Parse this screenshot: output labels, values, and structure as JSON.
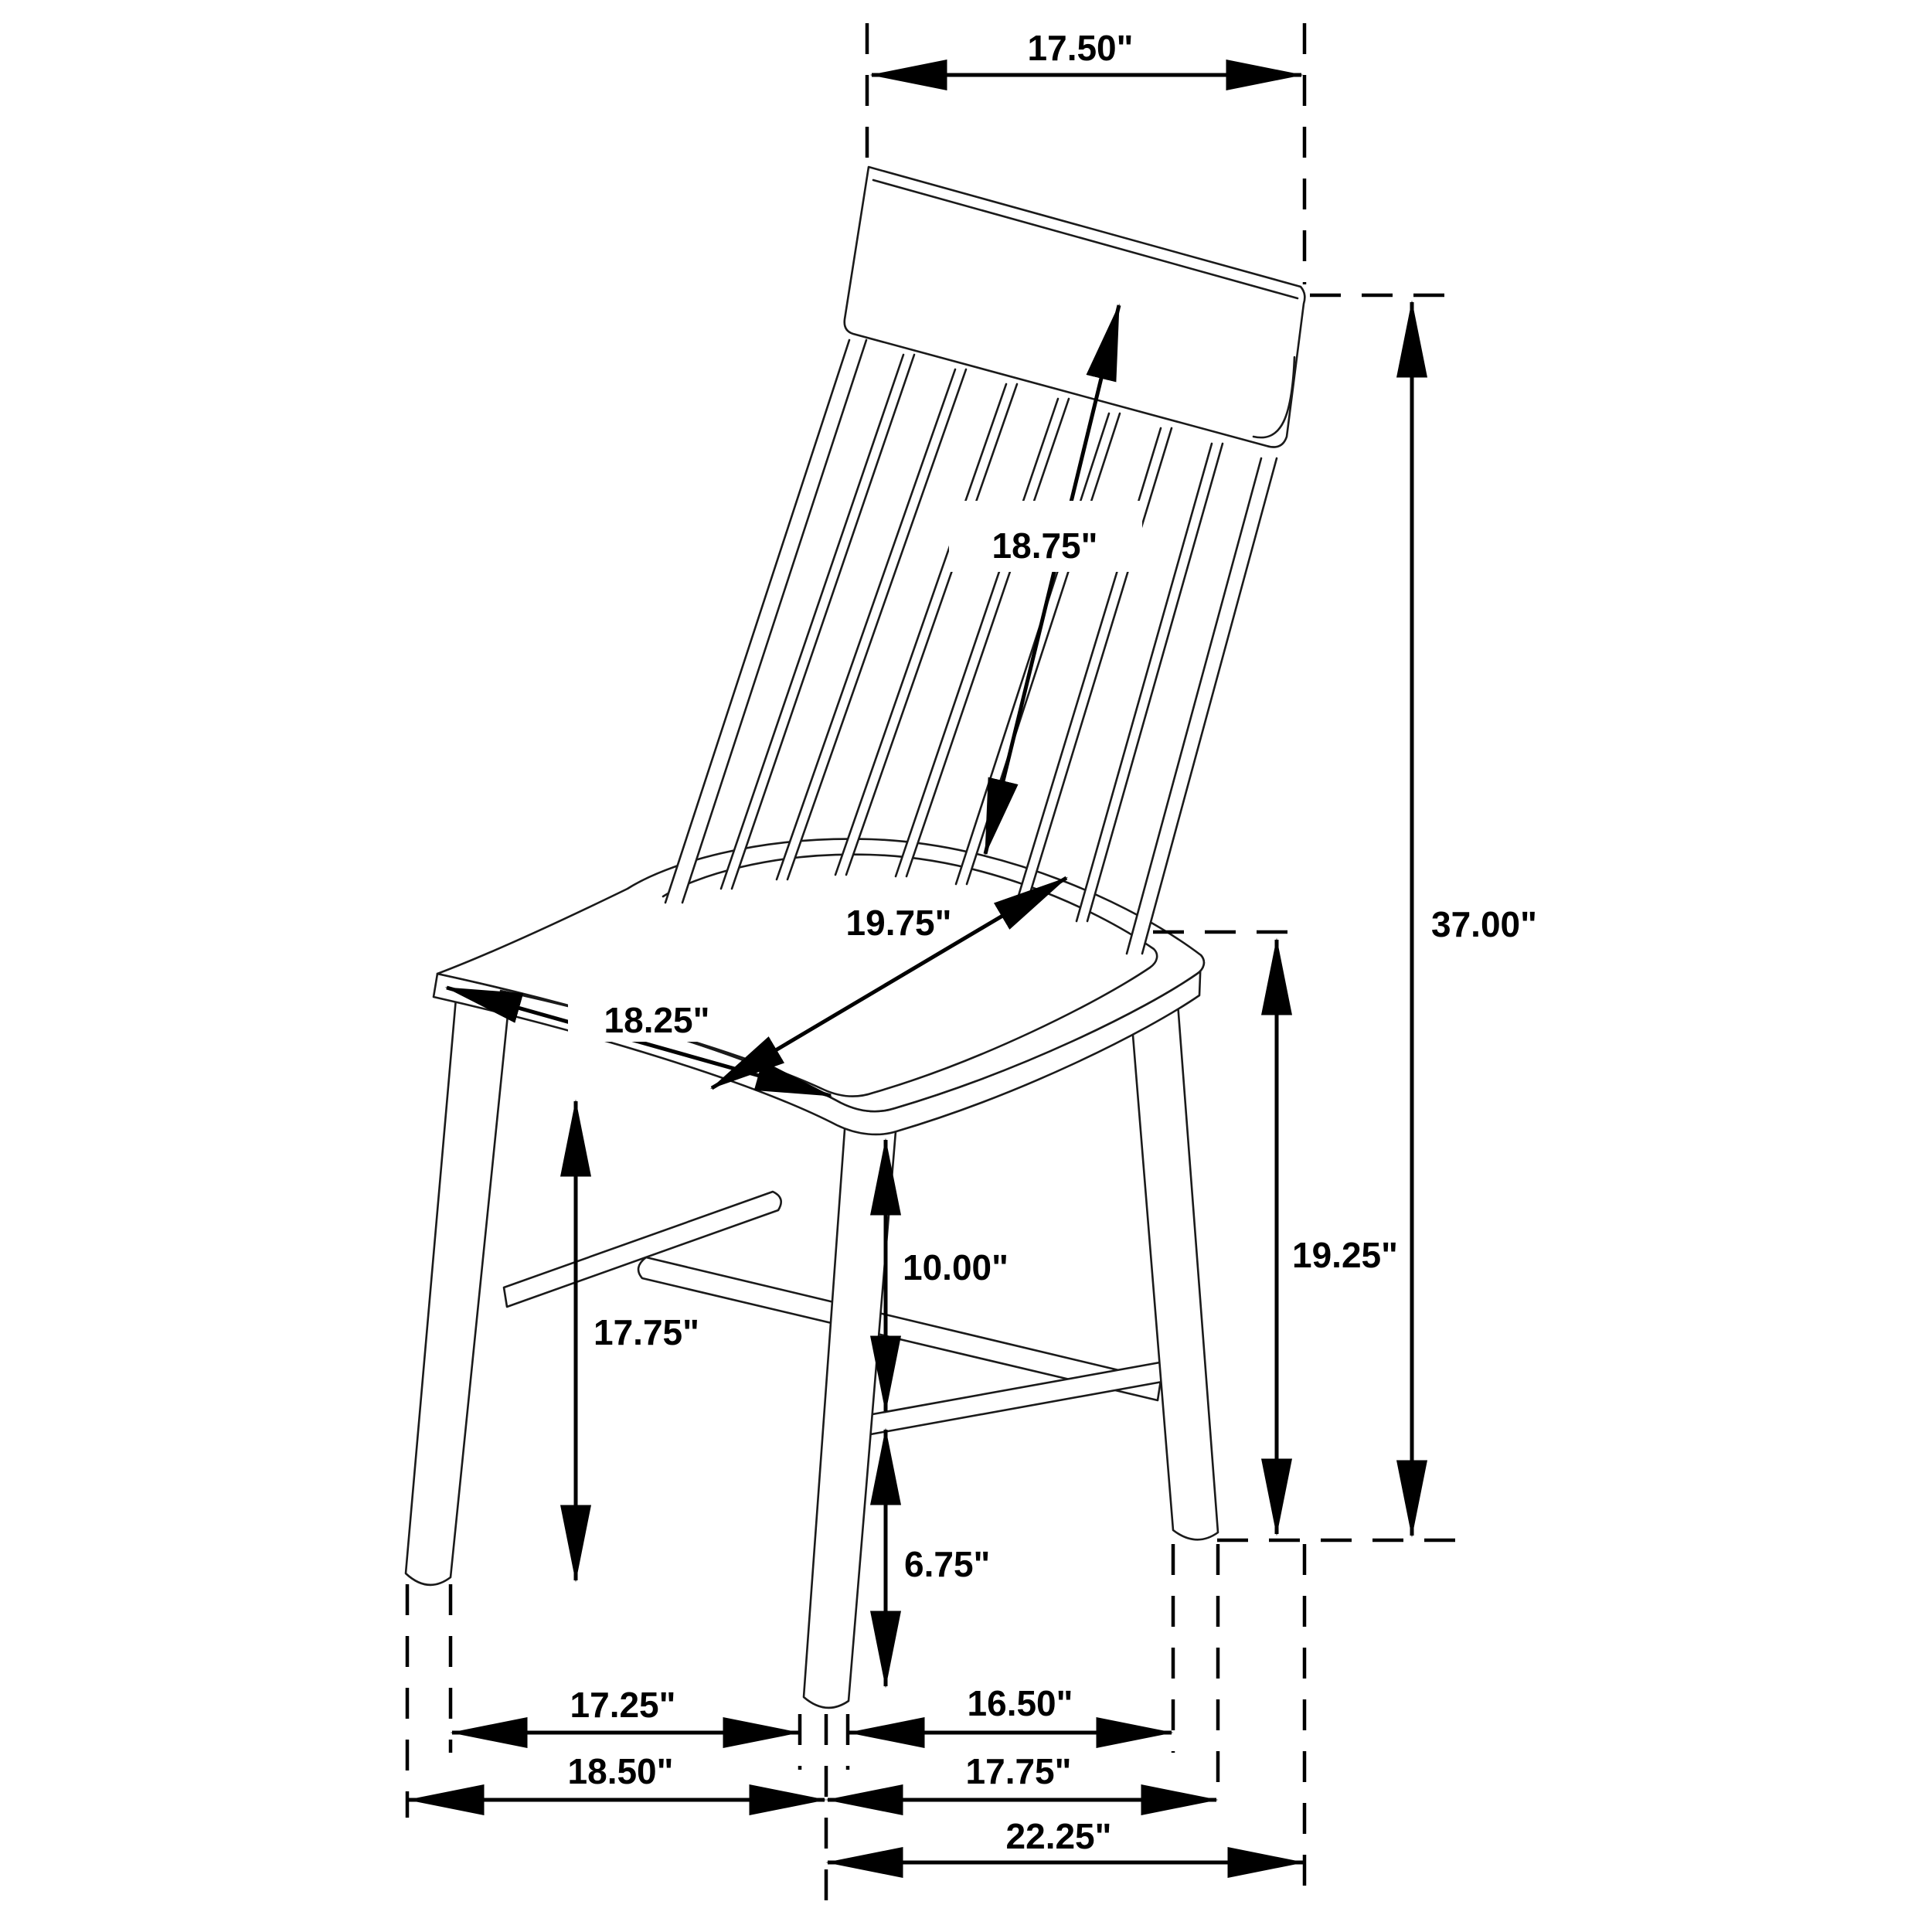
{
  "diagram": {
    "subject": "windsor-style slat-back dining chair dimension drawing",
    "colors": {
      "background": "#ffffff",
      "line": "#000000"
    },
    "dimensions": {
      "back_top_width": "17.50\"",
      "backrest_length": "18.75\"",
      "overall_height": "37.00\"",
      "seat_depth": "19.75\"",
      "seat_width": "18.25\"",
      "rear_seat_height": "19.25\"",
      "front_seat_height": "17.75\"",
      "seat_to_stretcher": "10.00\"",
      "stretcher_to_floor": "6.75\"",
      "front_leg_inner_spacing": "17.25\"",
      "side_leg_inner_spacing": "16.50\"",
      "front_leg_outer_spacing": "18.50\"",
      "side_leg_outer_spacing": "17.75\"",
      "overall_depth": "22.25\""
    }
  }
}
